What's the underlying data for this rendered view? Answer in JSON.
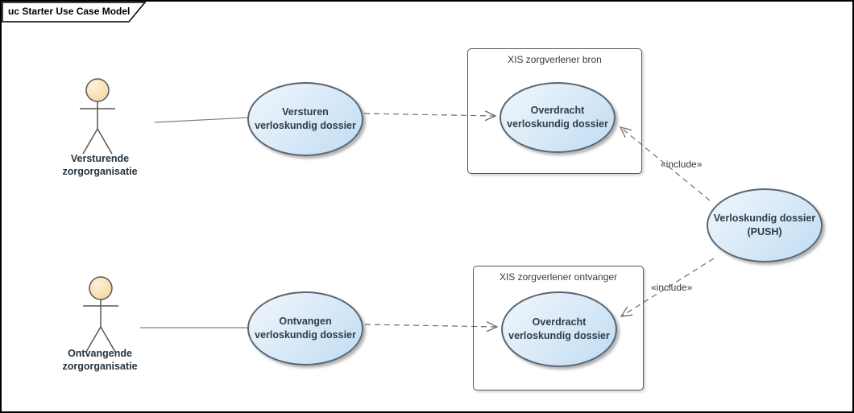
{
  "frame": {
    "title": "uc Starter Use Case Model"
  },
  "systems": {
    "bron": {
      "label": "XIS zorgverlener bron"
    },
    "ontvanger": {
      "label": "XIS zorgverlener ontvanger"
    }
  },
  "actors": {
    "versturende": {
      "label": "Versturende\nzorgorganisatie"
    },
    "ontvangende": {
      "label": "Ontvangende\nzorgorganisatie"
    }
  },
  "use_cases": {
    "versturen": {
      "label": "Versturen\nverloskundig dossier"
    },
    "overdracht_bron": {
      "label": "Overdracht\nverloskundig dossier"
    },
    "ontvangen": {
      "label": "Ontvangen\nverloskundig dossier"
    },
    "overdracht_ontvanger": {
      "label": "Overdracht\nverloskundig dossier"
    },
    "push": {
      "label": "Verloskundig dossier\n(PUSH)"
    }
  },
  "connectors": {
    "include_top": {
      "stereotype": "«include»"
    },
    "include_bottom": {
      "stereotype": "«include»"
    }
  },
  "colors": {
    "usecase_fill_light": "#EFF6FC",
    "usecase_fill_dark": "#BFDCF2",
    "usecase_border": "#5A6570",
    "actor_head_light": "#FDF2DC",
    "actor_head_dark": "#F3D6A0",
    "shape_outline": "#565656",
    "connector_gray": "#6E6E6E",
    "text_dark": "#2E3D4A"
  }
}
